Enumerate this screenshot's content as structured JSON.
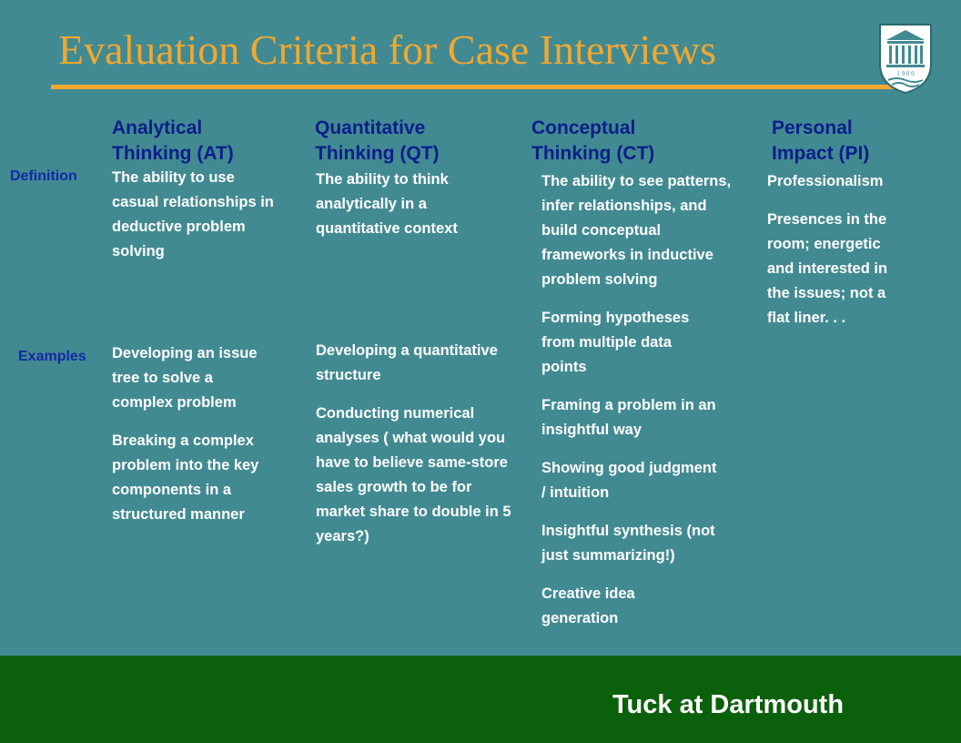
{
  "title": "Evaluation Criteria for Case Interviews",
  "colors": {
    "background": "#428a92",
    "title": "#f0a830",
    "header": "#0c1e8a",
    "footer": "#0b600b"
  },
  "logo": {
    "year": "1 9 0 0",
    "icon": "tuck-crest-icon"
  },
  "row_labels": {
    "definition": "Definition",
    "examples": "Examples"
  },
  "columns": [
    {
      "header": [
        "Analytical",
        "Thinking (AT)"
      ],
      "definition": [
        "The ability to use casual relationships in deductive problem solving"
      ],
      "examples": [
        "Developing an issue tree to solve a complex problem",
        "Breaking a complex problem into the key components in a structured manner"
      ]
    },
    {
      "header": [
        "Quantitative",
        "Thinking (QT)"
      ],
      "definition": [
        "The ability to think analytically in a quantitative context"
      ],
      "examples": [
        "Developing a quantitative structure",
        "Conducting numerical analyses ( what would you have to believe same-store sales growth to be for market share to double in 5 years?)"
      ]
    },
    {
      "header": [
        "Conceptual",
        "Thinking (CT)"
      ],
      "definition": [
        "The ability to see patterns, infer relationships, and build conceptual frameworks in inductive problem solving"
      ],
      "examples": [
        "Forming hypotheses from multiple data points",
        "Framing a problem in an insightful way",
        "Showing good judgment / intuition",
        "Insightful synthesis (not just summarizing!)",
        "Creative idea generation"
      ]
    },
    {
      "header": [
        "Personal",
        "Impact (PI)"
      ],
      "definition": [
        "Professionalism",
        "Presences in the room; energetic and interested in the issues; not a flat liner. . ."
      ],
      "examples": []
    }
  ],
  "footer": "Tuck at Dartmouth"
}
